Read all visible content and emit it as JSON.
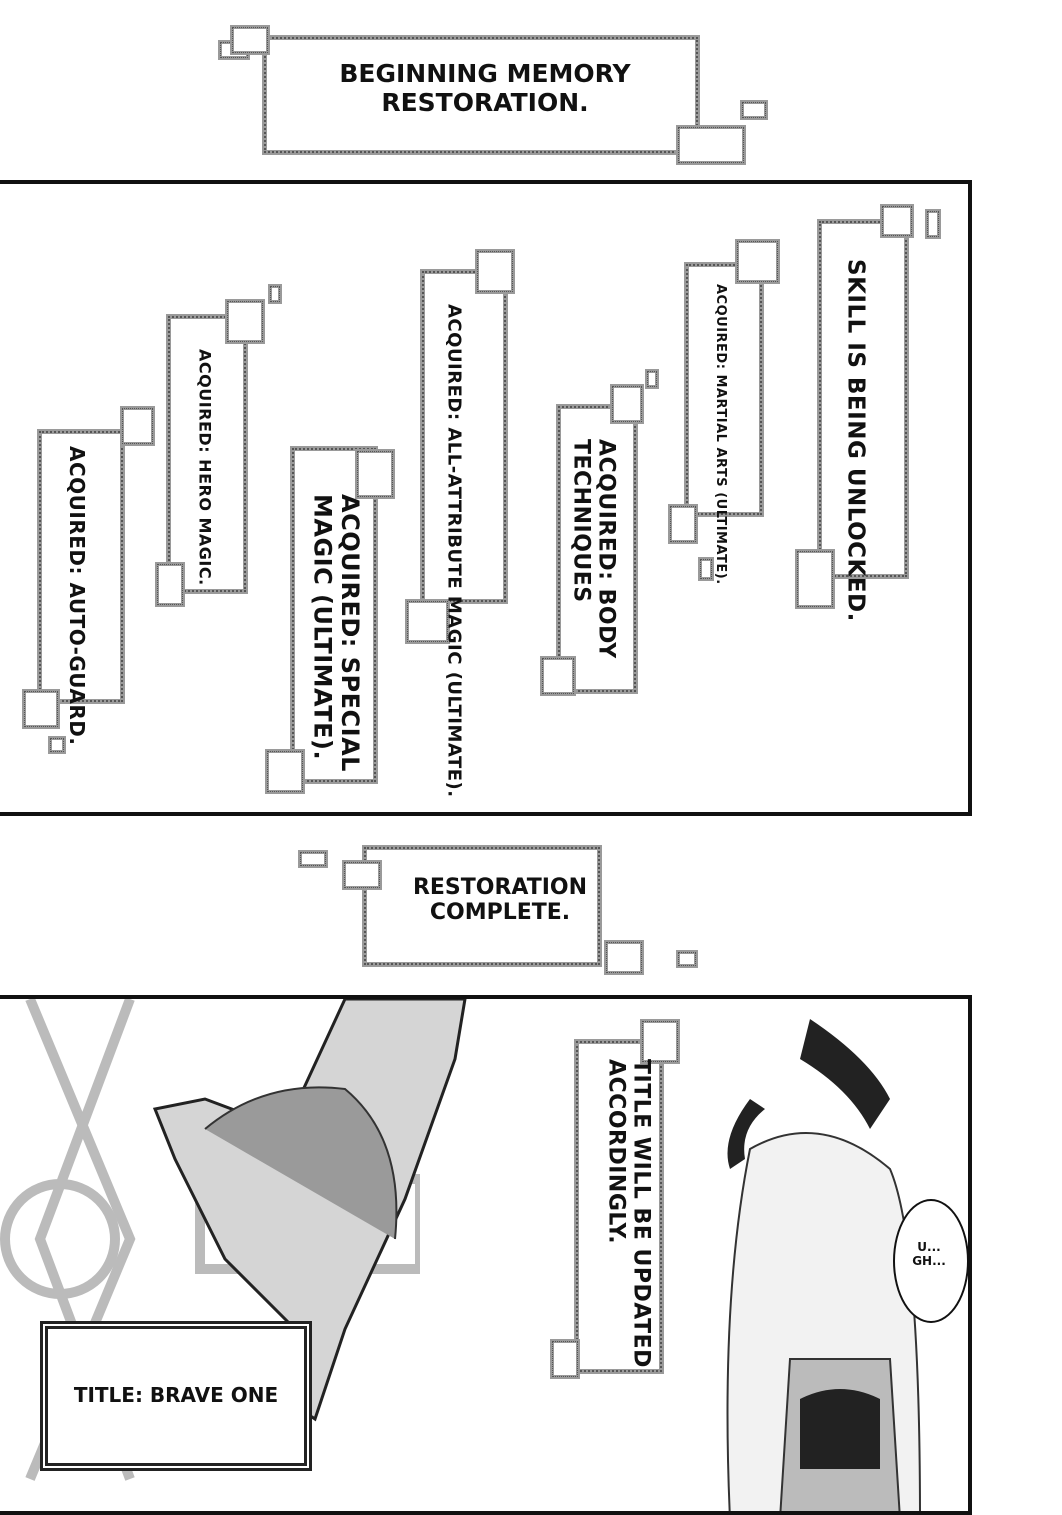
{
  "top_caption": "BEGINNING MEMORY RESTORATION.",
  "panel1": {
    "messages": [
      "SKILL IS BEING UNLOCKED.",
      "ACQUIRED: MARTIAL ARTS (ULTIMATE).",
      "ACQUIRED: BODY TECHNIQUES",
      "ACQUIRED: ALL-ATTRIBUTE MAGIC (ULTIMATE).",
      "ACQUIRED: SPECIAL MAGIC (ULTIMATE).",
      "ACQUIRED: HERO MAGIC.",
      "ACQUIRED: AUTO-GUARD."
    ]
  },
  "middle_caption": "RESTORATION COMPLETE.",
  "panel2": {
    "system_message": "TITLE WILL BE UPDATED ACCORDINGLY.",
    "speech": "U... GH...",
    "title_box": "TITLE: BRAVE ONE"
  }
}
